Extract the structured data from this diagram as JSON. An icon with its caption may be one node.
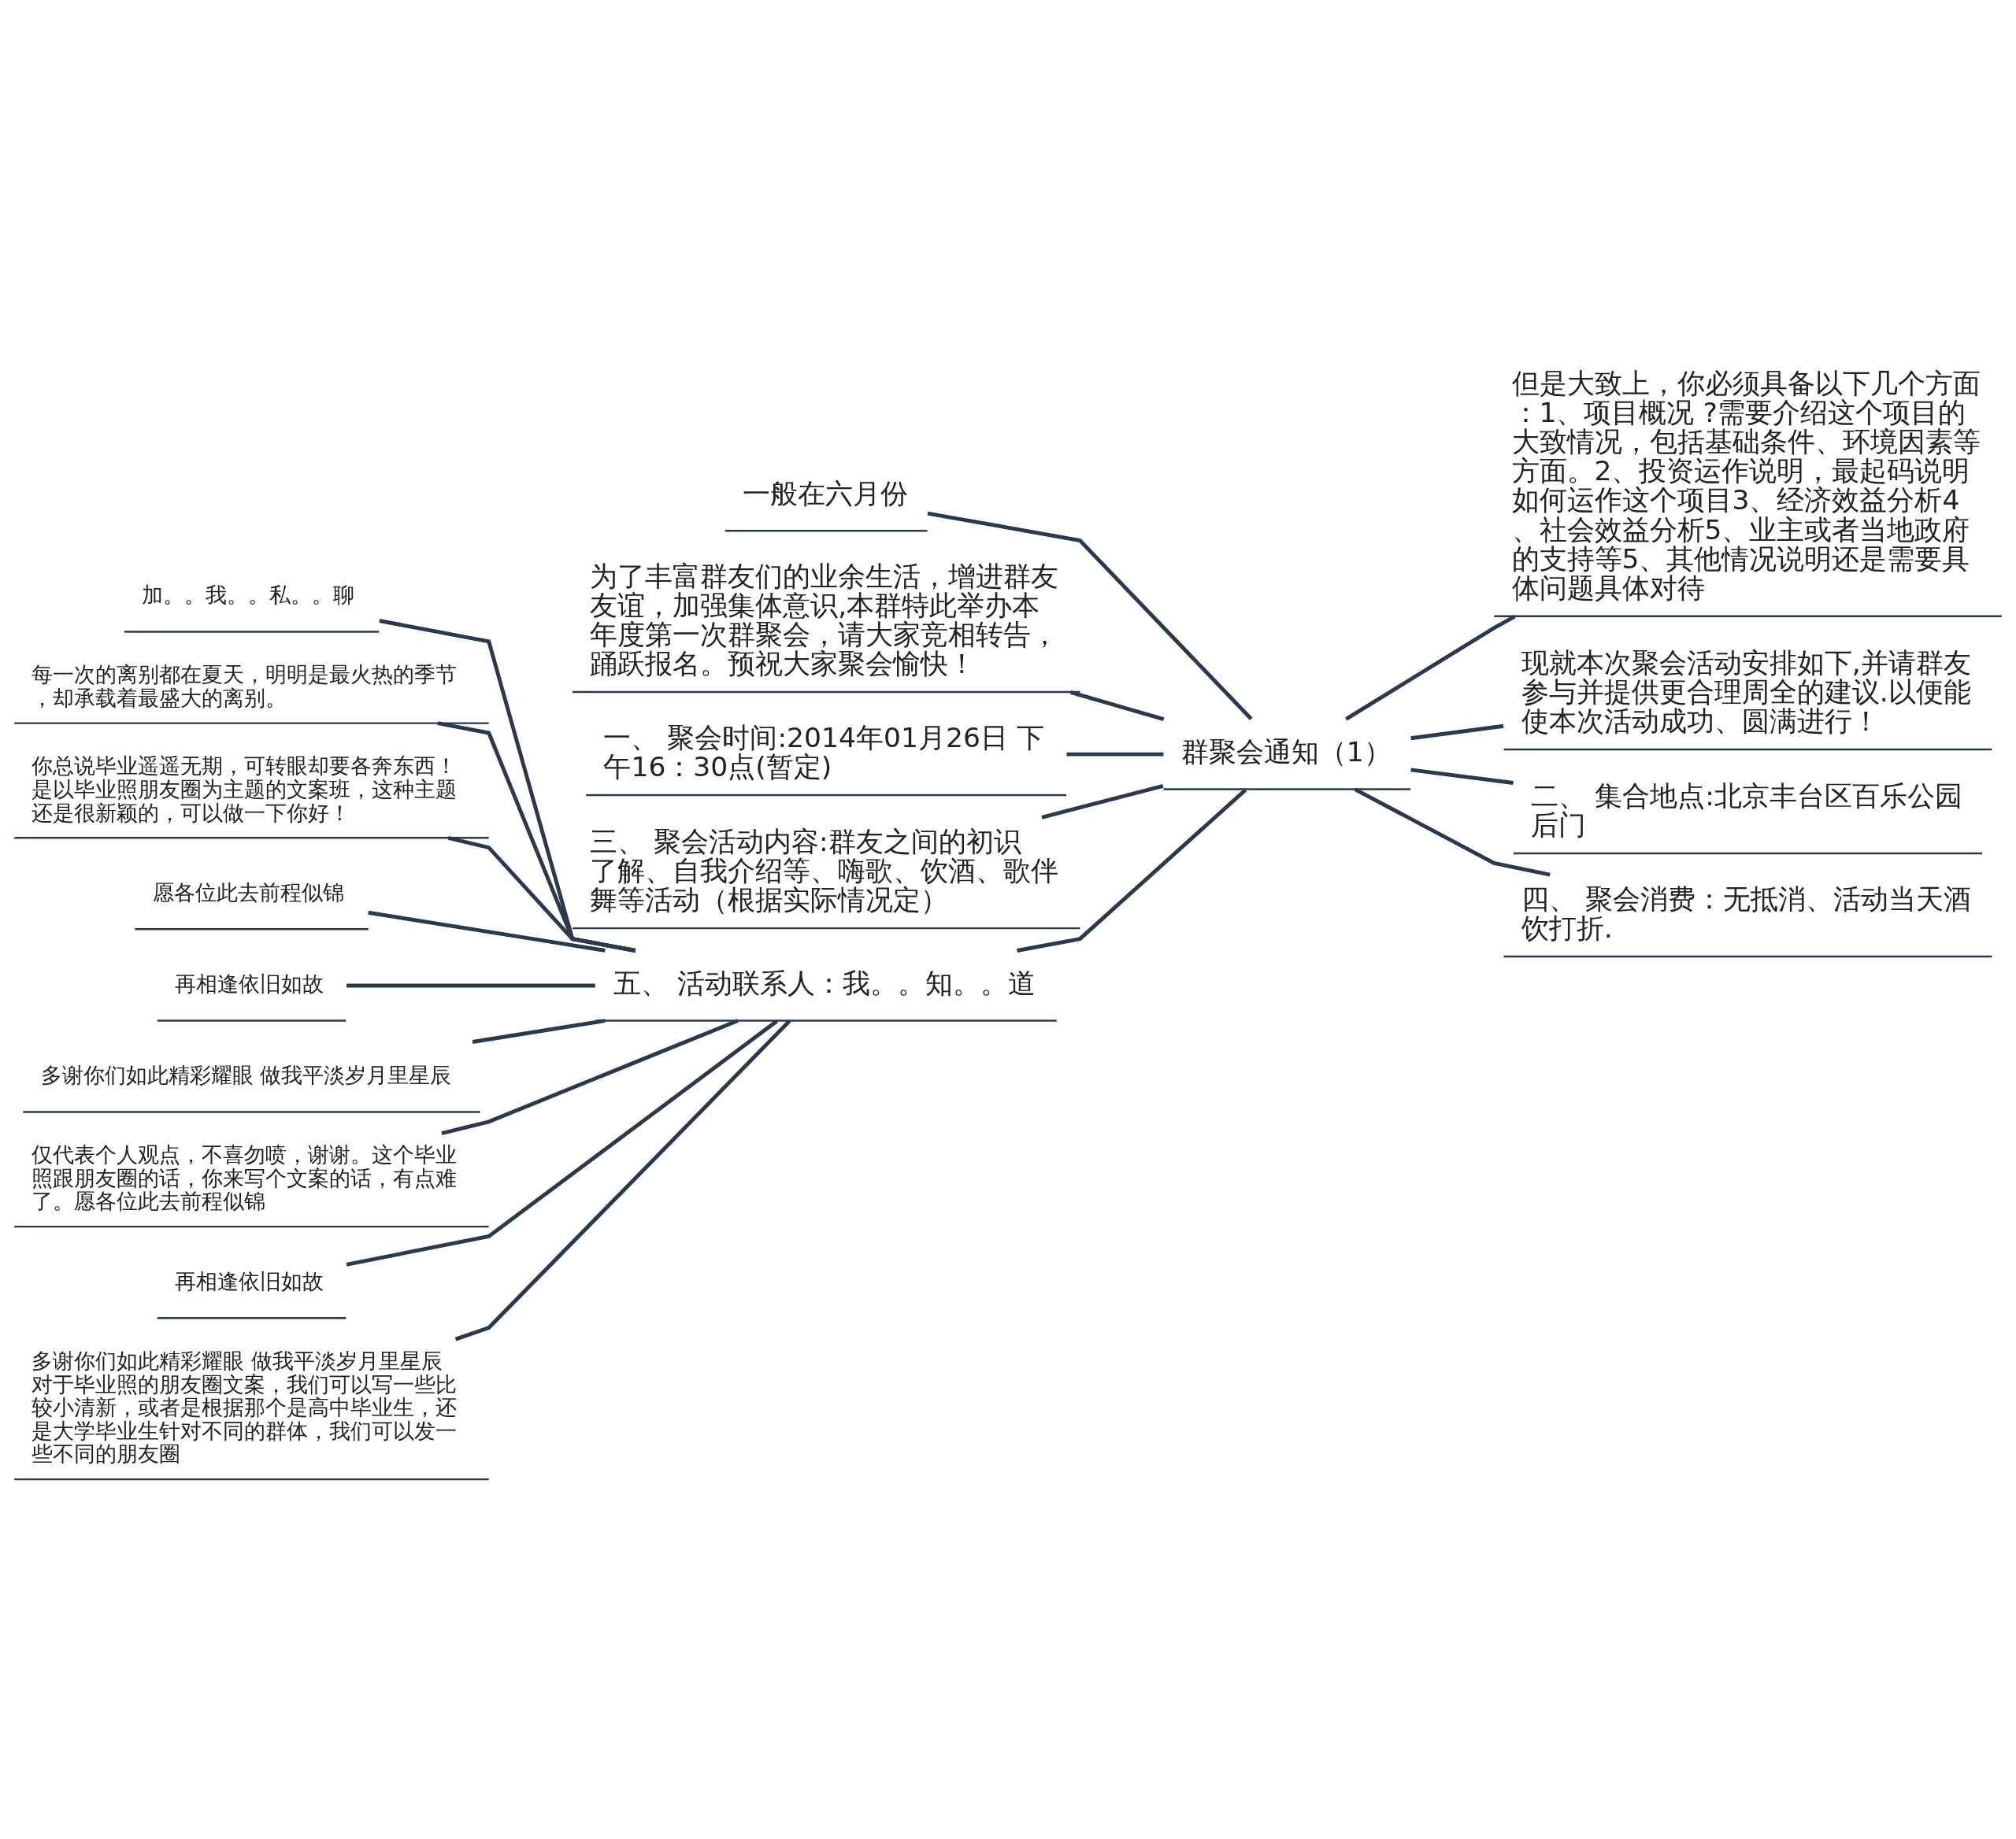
{
  "diagram": {
    "nodes": [
      {
        "text": [
          "一般在六月份"
        ]
      },
      {
        "text": [
          "为了丰富群友们的业余生活，增进群友友谊，加强集体意识,本群特此举办本年度第一次群聚会，请大家竞相转告，踊跃报名。预祝大家聚会愉快！"
        ]
      },
      {
        "text": [
          "一、 聚会时间:2014年01月26日 下午16：30点(暂定)"
        ]
      },
      {
        "text": [
          "三、 聚会活动内容:群友之间的初识了解、自我介绍等、嗨歌、饮酒、歌伴舞等活动（根据实际情况定）"
        ]
      },
      {
        "text": [
          "但是大致上，你必须具备以下几个方面：1、项目概况 ?需要介绍这个项目的大致情况，包括基础条件、环境因素等方面。2、投资运作说明，最起码说明如何运作这个项目3、经济效益分析4、社会效益分析5、业主或者当地政府的支持等5、其他情况说明还是需要具体问题具体对待"
        ]
      },
      {
        "text": [
          "群聚会通知（1）"
        ]
      },
      {
        "text": [
          "现就本次聚会活动安排如下,并请群友参与并提供更合理周全的建议.以便能使本次活动成功、圆满进行！"
        ]
      },
      {
        "text": [
          "二、 集合地点:北京丰台区百乐公园后门"
        ]
      },
      {
        "text": [
          "四、 聚会消费：无抵消、活动当天酒饮打折."
        ]
      },
      {
        "text": [
          "加。。我。。私。。聊"
        ]
      },
      {
        "text": [
          "每一次的离别都在夏天，明明是最火热的季节，却承载着最盛大的离别。"
        ]
      },
      {
        "text": [
          "你总说毕业遥遥无期，可转眼却要各奔东西！是以毕业照朋友圈为主题的文案班，这种主题还是很新颖的，可以做一下你好！"
        ]
      },
      {
        "text": [
          "愿各位此去前程似锦"
        ]
      },
      {
        "text": [
          "再相逢依旧如故"
        ]
      },
      {
        "text": [
          "五、 活动联系人：我。。知。。道"
        ]
      },
      {
        "text": [
          "多谢你们如此精彩耀眼 做我平淡岁月里星辰"
        ]
      },
      {
        "text": [
          "仅代表个人观点，不喜勿喷，谢谢。这个毕业照跟朋友圈的话，你来写个文案的话，有点难了。愿各位此去前程似锦"
        ]
      },
      {
        "text": [
          "再相逢依旧如故"
        ]
      },
      {
        "text": [
          "多谢你们如此精彩耀眼 做我平淡岁月里星辰对于毕业照的朋友圈文案，我们可以写一些比较小清新，或者是根据那个是高中毕业生，还是大学毕业生针对不同的群体，我们可以发一些不同的朋友圈"
        ]
      }
    ],
    "edges": [
      {
        "from": 5,
        "to": 0,
        "arrow": "none"
      },
      {
        "from": 5,
        "to": 1,
        "arrow": "none"
      },
      {
        "from": 5,
        "to": 2,
        "arrow": "none"
      },
      {
        "from": 5,
        "to": 3,
        "arrow": "none"
      },
      {
        "from": 5,
        "to": 14,
        "arrow": "none"
      },
      {
        "from": 5,
        "to": 4,
        "arrow": "none"
      },
      {
        "from": 5,
        "to": 6,
        "arrow": "none"
      },
      {
        "from": 5,
        "to": 7,
        "arrow": "none"
      },
      {
        "from": 5,
        "to": 8,
        "arrow": "none"
      },
      {
        "from": 14,
        "to": 9,
        "arrow": "none"
      },
      {
        "from": 14,
        "to": 10,
        "arrow": "none"
      },
      {
        "from": 14,
        "to": 11,
        "arrow": "none"
      },
      {
        "from": 14,
        "to": 12,
        "arrow": "none"
      },
      {
        "from": 14,
        "to": 13,
        "arrow": "none"
      },
      {
        "from": 14,
        "to": 15,
        "arrow": "none"
      },
      {
        "from": 14,
        "to": 16,
        "arrow": "none"
      },
      {
        "from": 14,
        "to": 17,
        "arrow": "none"
      },
      {
        "from": 14,
        "to": 18,
        "arrow": "none"
      }
    ]
  }
}
